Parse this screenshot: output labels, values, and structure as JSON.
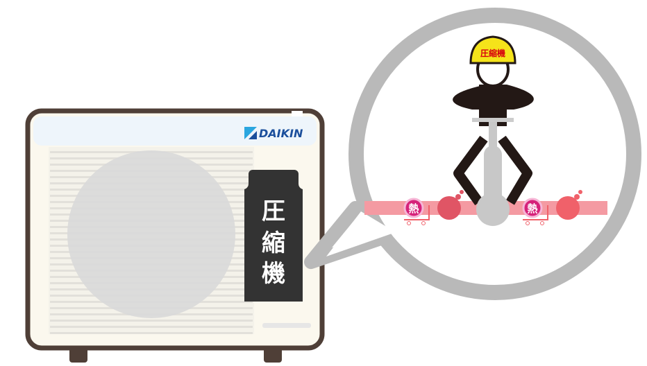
{
  "unit": {
    "brand": "DAIKIN",
    "compressor_label": [
      "圧",
      "縮",
      "機"
    ]
  },
  "bubble": {
    "helmet_label": "圧縮機",
    "heat_label": "熱"
  },
  "colors": {
    "frame": "#4f3f37",
    "panel": "#fbf8ee",
    "band": "#eef5fb",
    "brand": "#1b4f9c",
    "compressor": "#333333",
    "bubble": "#b9b9b9",
    "pipe": "#f49aa2",
    "heat": "#d6227a",
    "helmet": "#f5e31a"
  }
}
